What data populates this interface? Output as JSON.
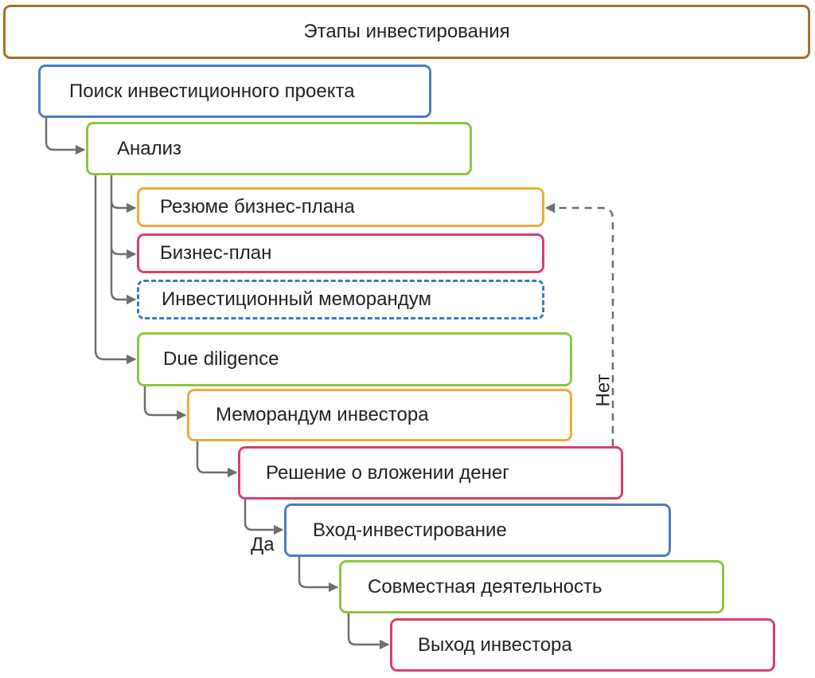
{
  "diagram": {
    "title": "Этапы инвестирования",
    "nodes": [
      {
        "id": "search",
        "label": "Поиск инвестиционного проекта"
      },
      {
        "id": "analysis",
        "label": "Анализ"
      },
      {
        "id": "resume",
        "label": "Резюме бизнес-плана"
      },
      {
        "id": "bplan",
        "label": "Бизнес-план"
      },
      {
        "id": "memo",
        "label": "Инвестиционный меморандум"
      },
      {
        "id": "due",
        "label": "Due diligence"
      },
      {
        "id": "investor_memo",
        "label": "Меморандум инвестора"
      },
      {
        "id": "decision",
        "label": "Решение о вложении денег"
      },
      {
        "id": "entry",
        "label": "Вход-инвестирование"
      },
      {
        "id": "joint",
        "label": "Совместная деятельность"
      },
      {
        "id": "exit",
        "label": "Выход инвестора"
      }
    ],
    "edge_labels": {
      "yes": "Да",
      "no": "Нет"
    },
    "colors": {
      "title_border": "#a3722a",
      "blue": "#4a7ec4",
      "green": "#8cc63f",
      "orange": "#f0a93c",
      "red": "#d8406a",
      "dashed_blue": "#3a7bbf",
      "connector": "#6e6e6e"
    }
  }
}
